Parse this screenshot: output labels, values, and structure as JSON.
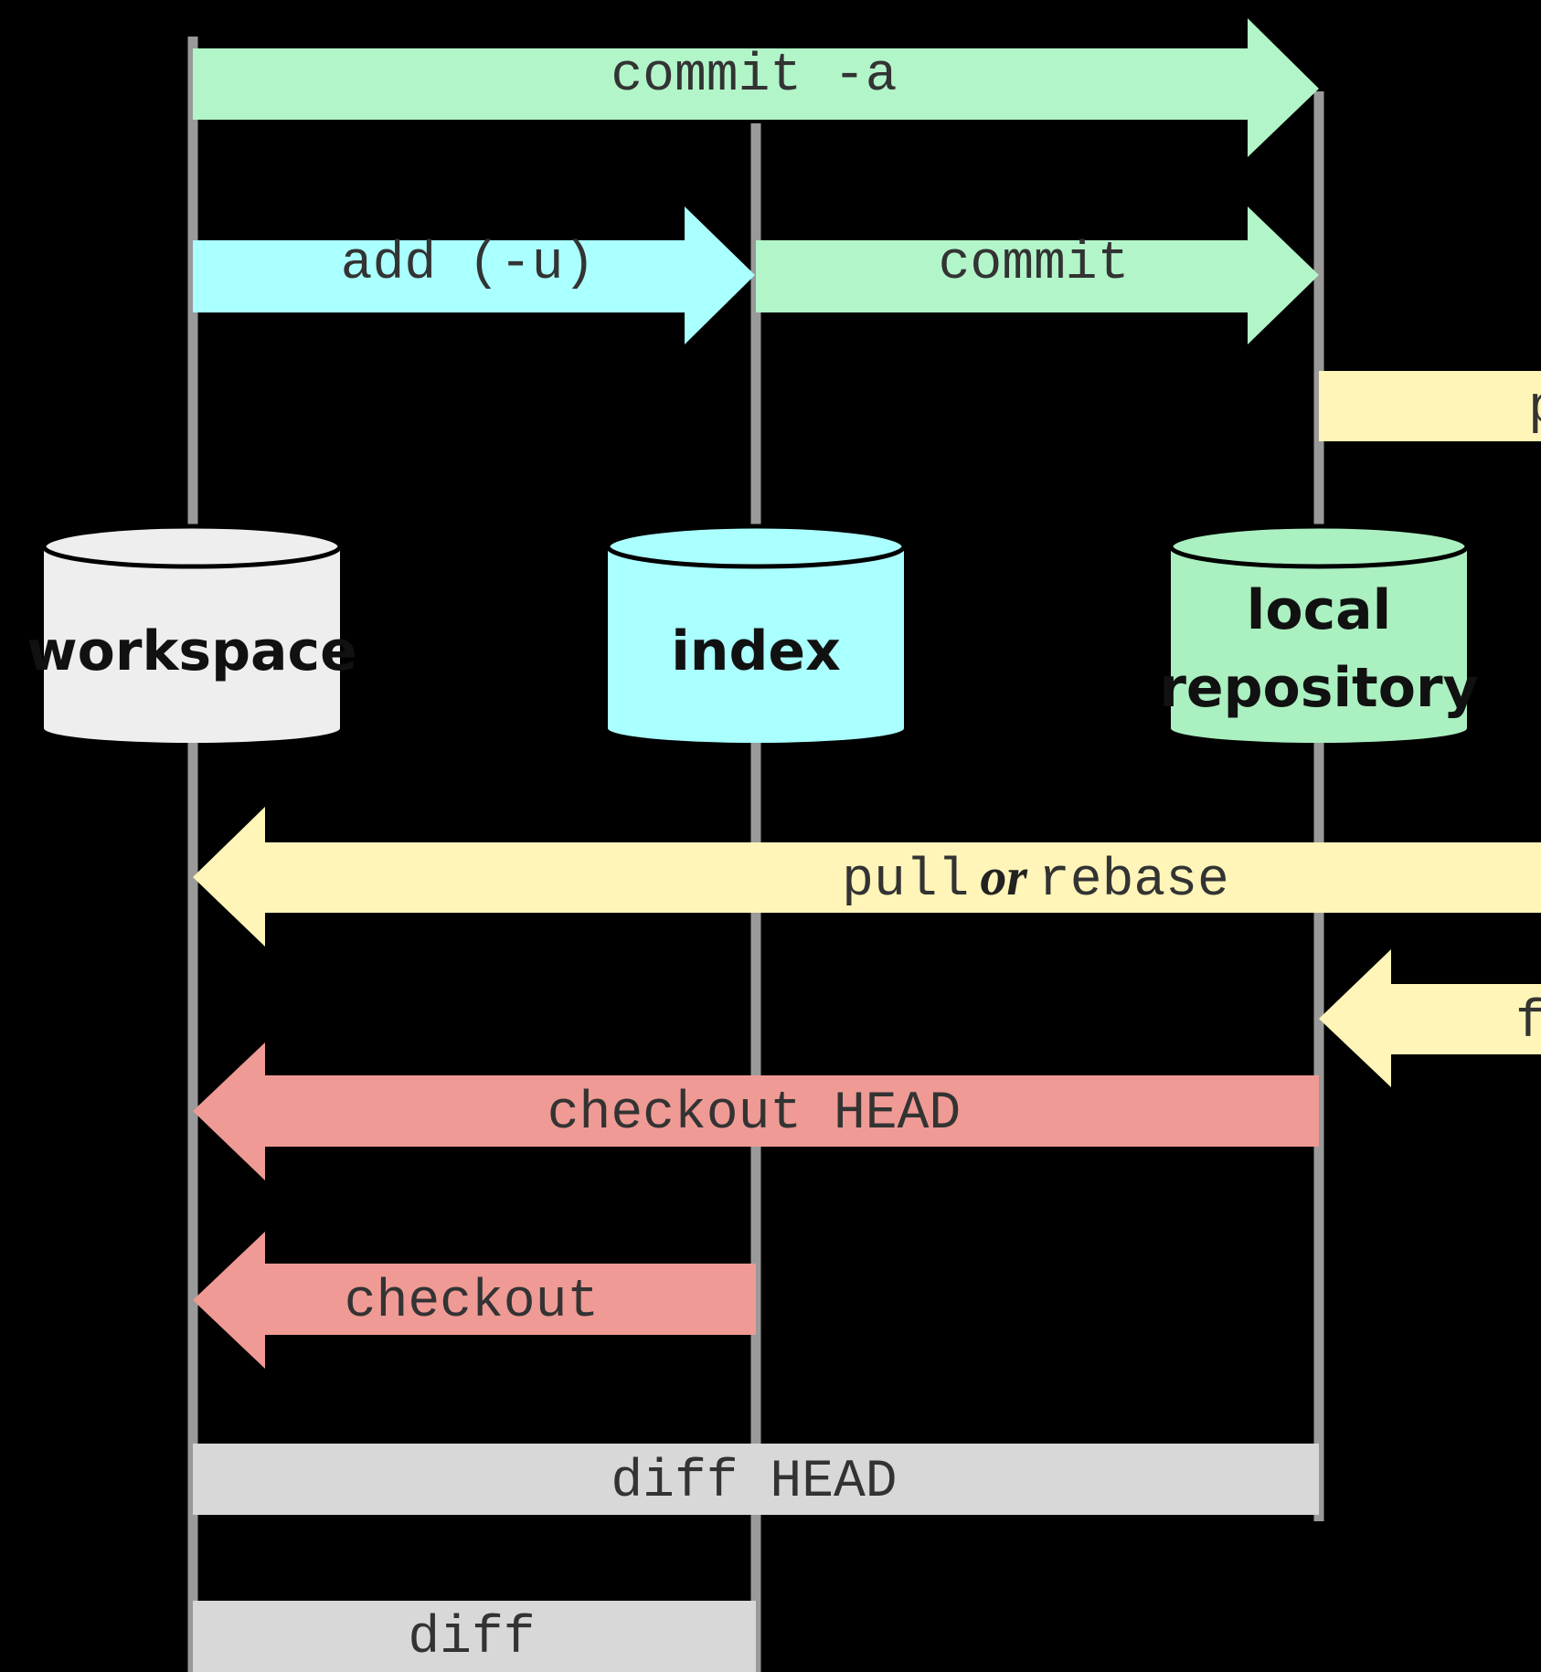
{
  "stores": {
    "workspace": {
      "label": "workspace",
      "color": "#eeeeee"
    },
    "index": {
      "label": "index",
      "color": "#aaffff"
    },
    "local_repository": {
      "label_line1": "local",
      "label_line2": "repository",
      "color": "#aaf0c0"
    }
  },
  "commands": {
    "commit_a": {
      "label": "commit -a",
      "color": "#b2f5c8",
      "from": "workspace",
      "to": "local repository"
    },
    "add_u": {
      "label": "add (-u)",
      "color": "#aaffff",
      "from": "workspace",
      "to": "index"
    },
    "commit": {
      "label": "commit",
      "color": "#b2f5c8",
      "from": "index",
      "to": "local repository"
    },
    "push_partial": {
      "label": "p",
      "color": "#fff5b8"
    },
    "pull_or_rebase": {
      "label_pre": "pull",
      "label_or": "or",
      "label_post": "rebase",
      "color": "#fff5b8",
      "to": "workspace"
    },
    "fetch_partial": {
      "label": "f",
      "color": "#fff5b8",
      "to": "local repository"
    },
    "checkout_head": {
      "label": "checkout HEAD",
      "color": "#ef9a94",
      "from": "local repository",
      "to": "workspace"
    },
    "checkout": {
      "label": "checkout",
      "color": "#ef9a94",
      "from": "index",
      "to": "workspace"
    },
    "diff_head": {
      "label": "diff HEAD",
      "color": "#d8d8d8"
    },
    "diff": {
      "label": "diff",
      "color": "#d8d8d8"
    }
  },
  "colors": {
    "background": "#000000",
    "lifeline": "#9a9a9a",
    "text": "#333333"
  }
}
